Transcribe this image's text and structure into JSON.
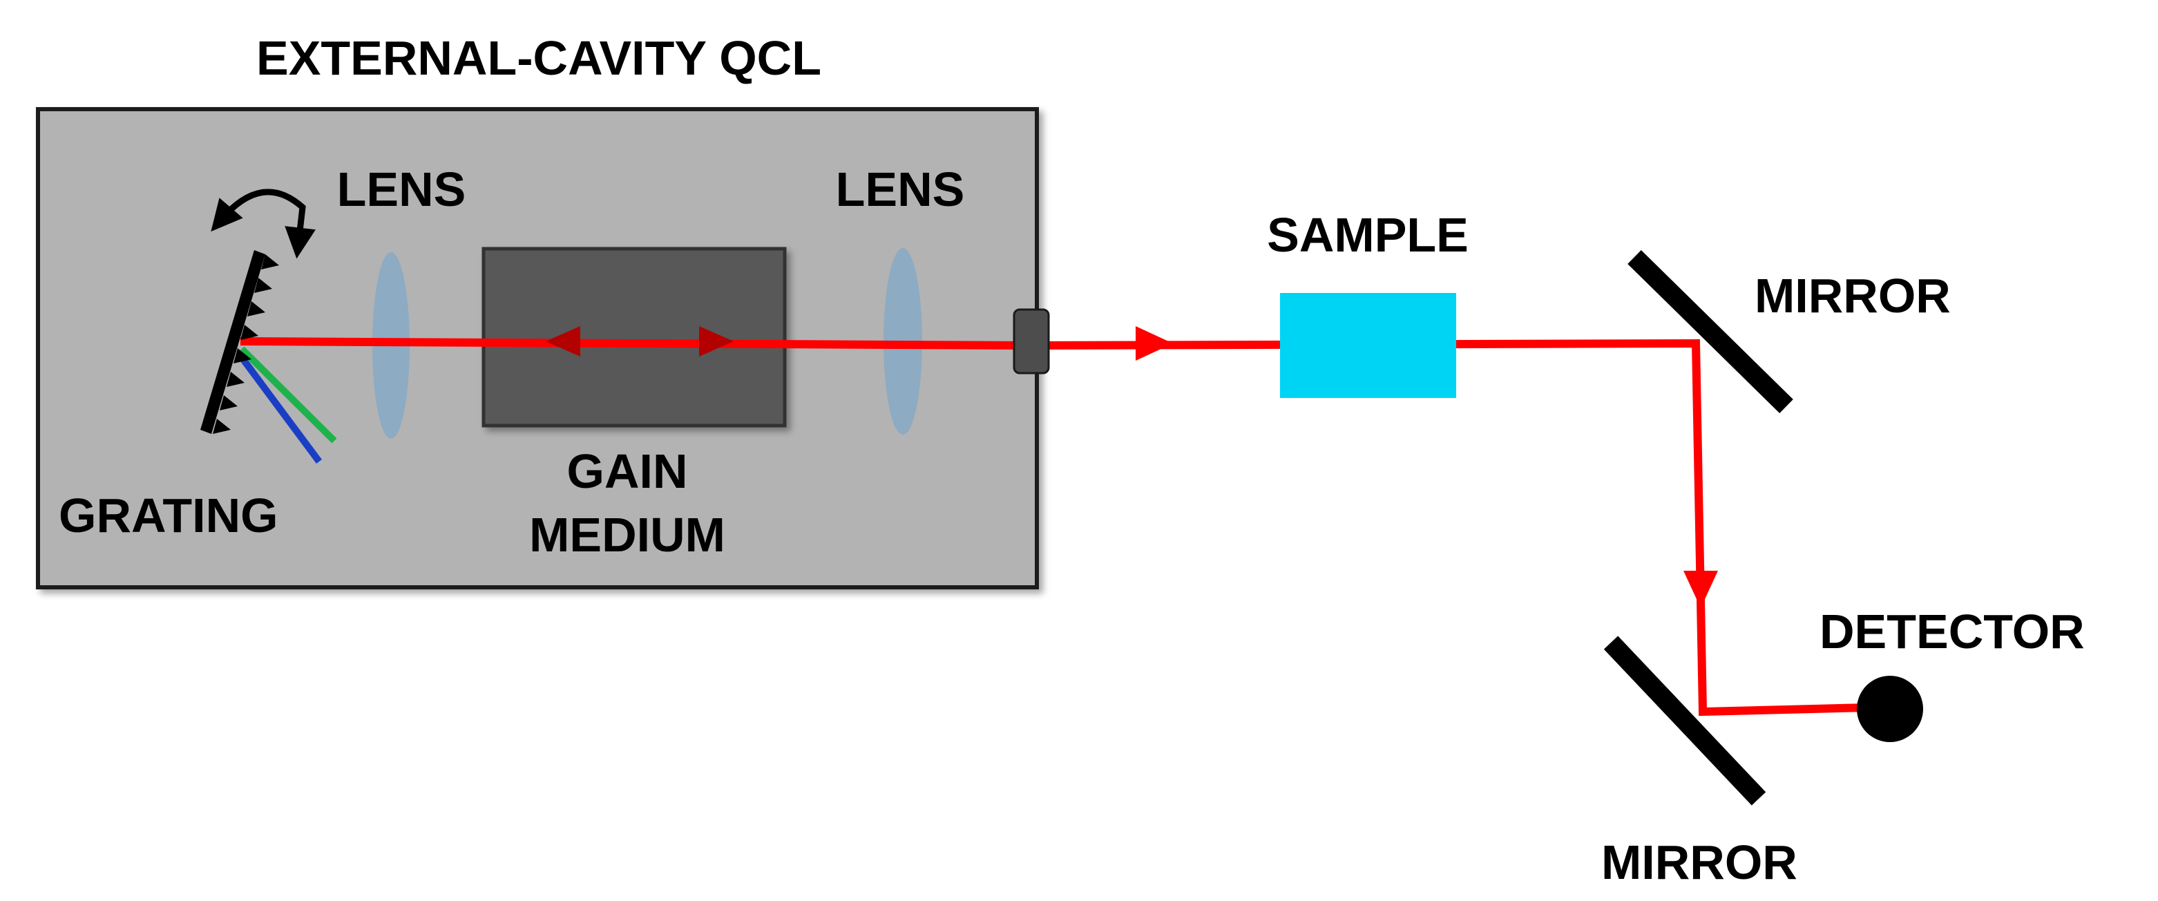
{
  "labels": {
    "title": "EXTERNAL-CAVITY QCL",
    "lens_left": "LENS",
    "lens_right": "LENS",
    "grating": "GRATING",
    "gain_line1": "GAIN",
    "gain_line2": "MEDIUM",
    "sample": "SAMPLE",
    "mirror_top": "MIRROR",
    "mirror_bottom": "MIRROR",
    "detector": "DETECTOR"
  },
  "colors": {
    "enclosure": "#b3b3b3",
    "gain_medium": "#595959",
    "lens": "#86a9c6",
    "beam": "#ff0000",
    "beam_arrow_internal": "#b30000",
    "sample": "#00d4f5",
    "green_order": "#1db34a",
    "blue_order": "#1a3fc4",
    "mirror": "#000000",
    "detector": "#000000"
  },
  "icons": {
    "rotation": "curved-double-arrow-icon",
    "grating": "sawtooth-grating-icon",
    "detector": "filled-circle-icon"
  }
}
